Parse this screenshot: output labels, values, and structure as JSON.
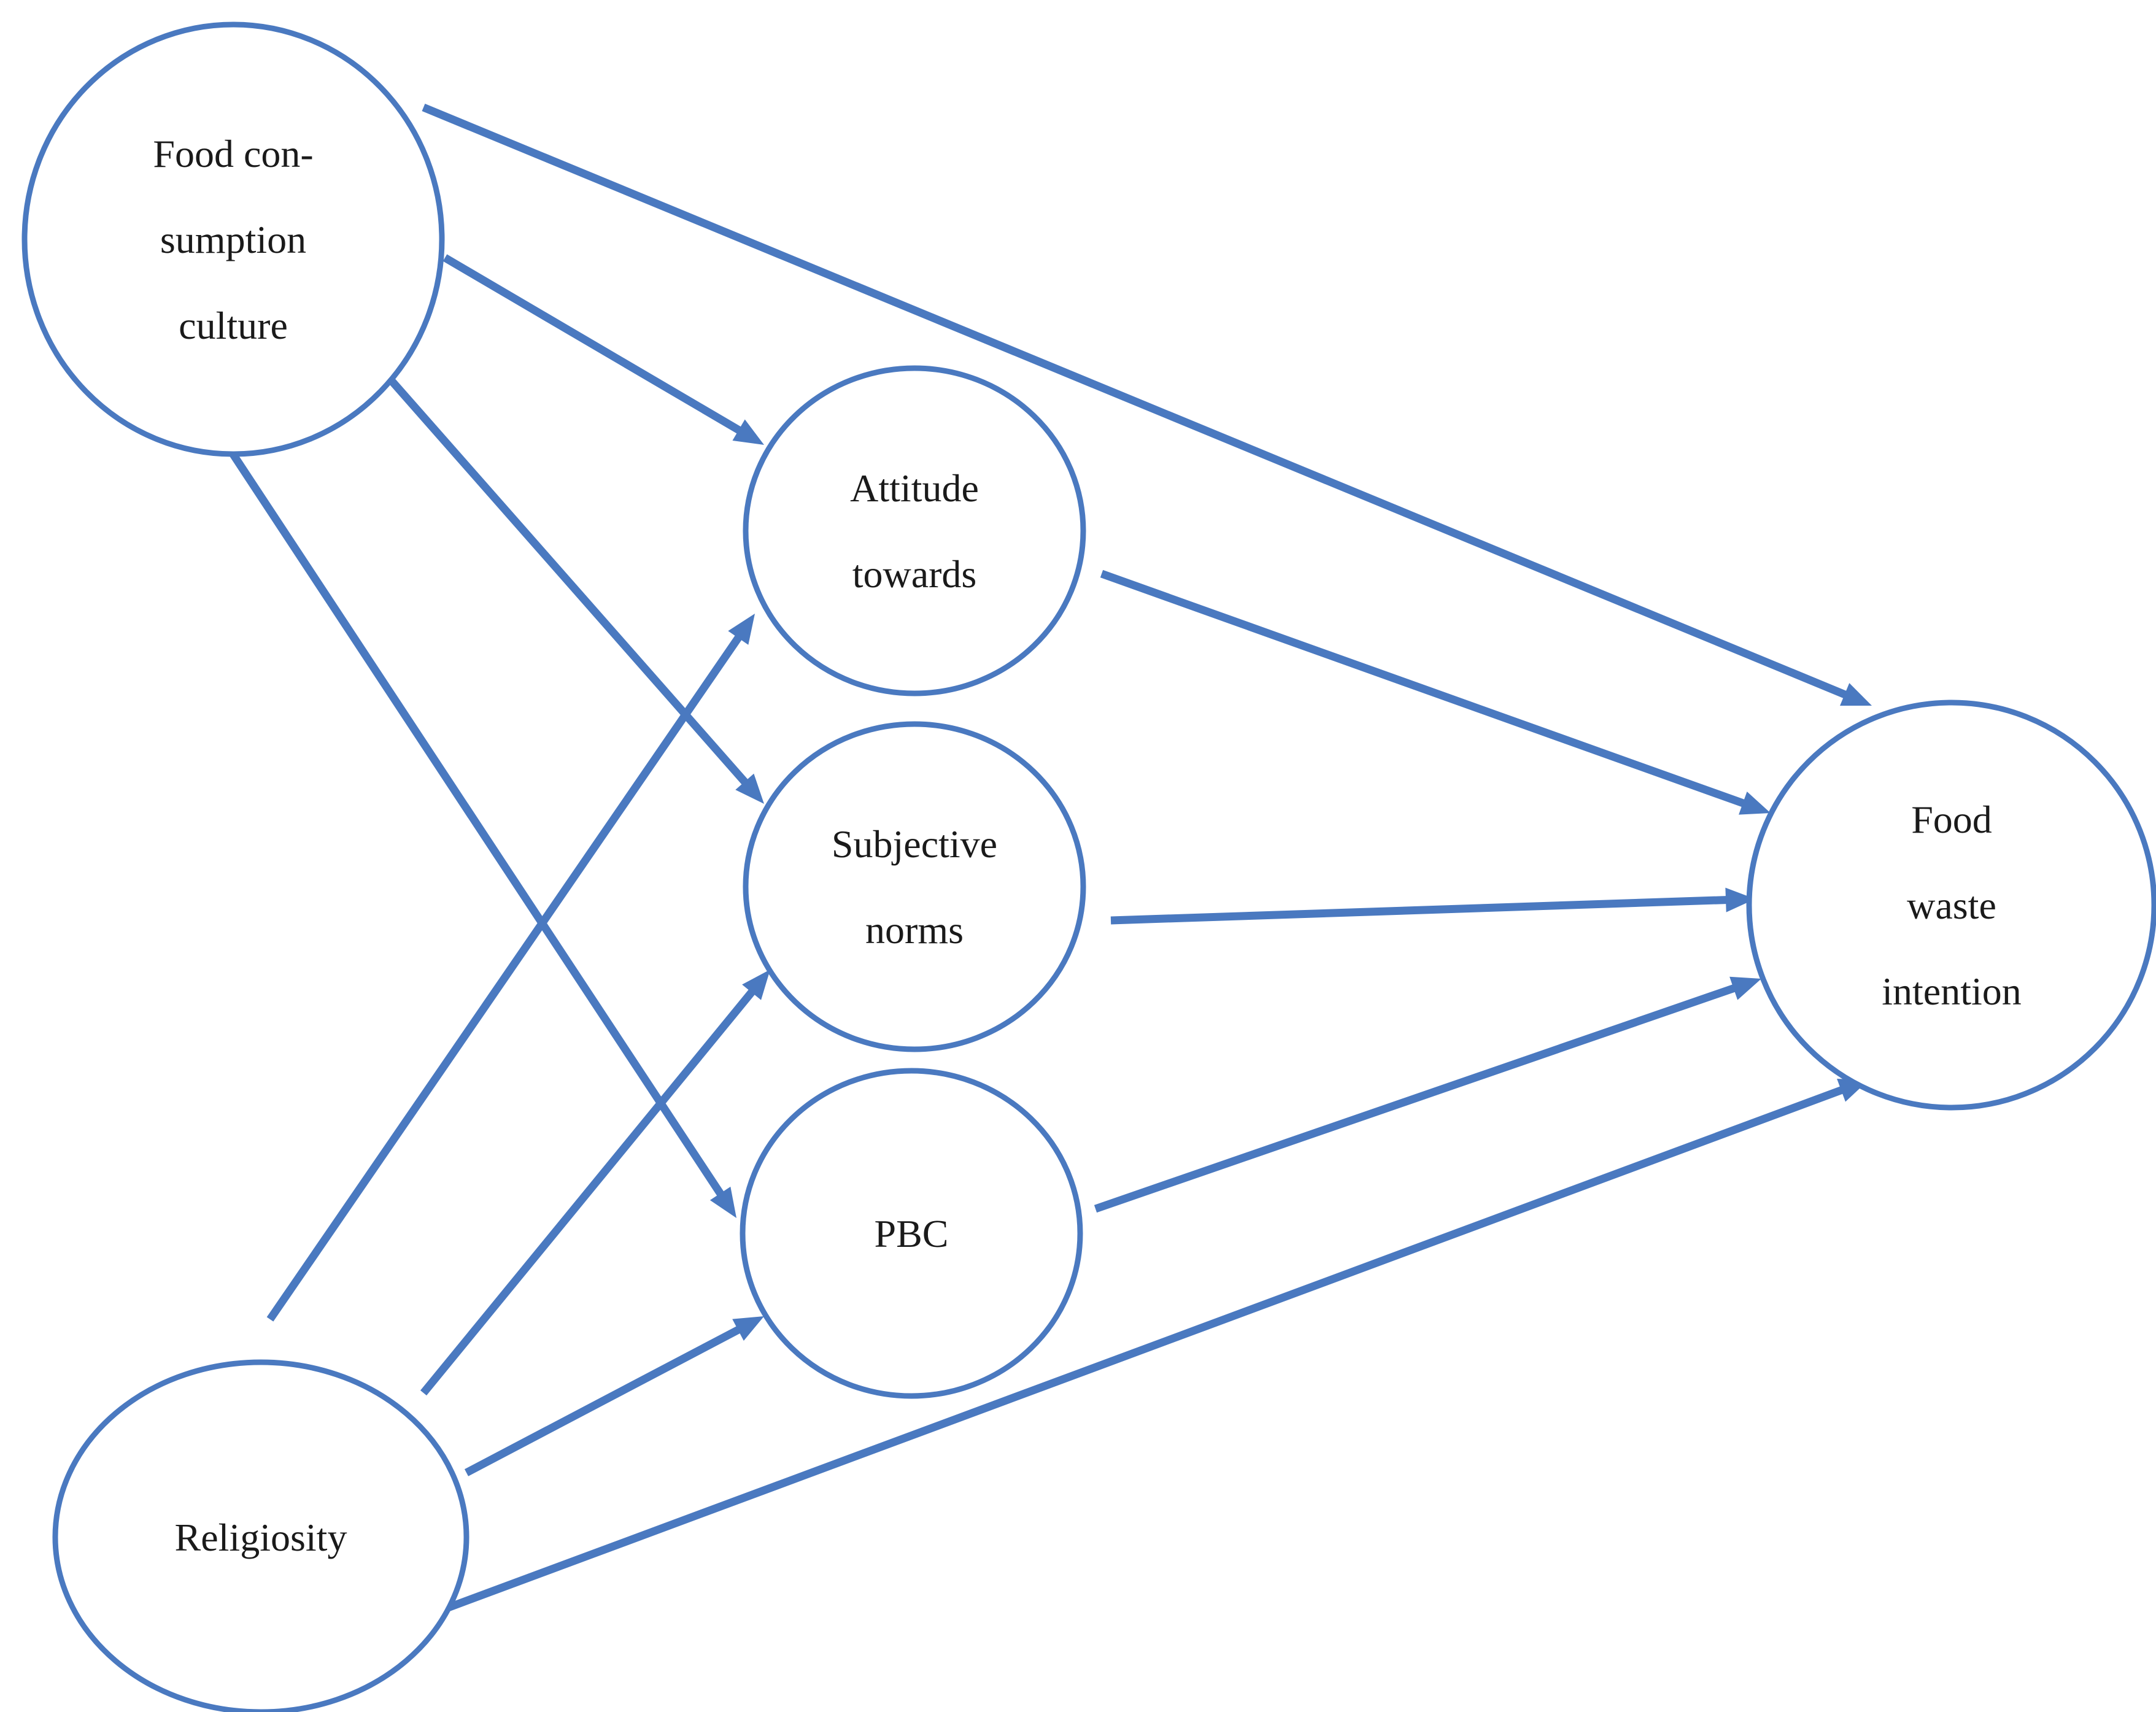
{
  "colors": {
    "node_stroke": "#4a79c0",
    "edge": "#4a79c0",
    "text": "#1a1a1a",
    "background": "#ffffff"
  },
  "nodes": [
    {
      "id": "food-consumption-culture",
      "lines": [
        "Food con-",
        "sumption",
        "culture"
      ]
    },
    {
      "id": "attitude-towards",
      "lines": [
        "Attitude",
        "towards"
      ]
    },
    {
      "id": "subjective-norms",
      "lines": [
        "Subjective",
        "norms"
      ]
    },
    {
      "id": "pbc",
      "lines": [
        "PBC"
      ]
    },
    {
      "id": "religiosity",
      "lines": [
        "Religiosity"
      ]
    },
    {
      "id": "food-waste-intention",
      "lines": [
        "Food",
        "waste",
        "intention"
      ]
    }
  ],
  "edges": [
    {
      "from": "food-consumption-culture",
      "to": "food-waste-intention"
    },
    {
      "from": "food-consumption-culture",
      "to": "attitude-towards"
    },
    {
      "from": "food-consumption-culture",
      "to": "subjective-norms"
    },
    {
      "from": "food-consumption-culture",
      "to": "pbc"
    },
    {
      "from": "religiosity",
      "to": "attitude-towards"
    },
    {
      "from": "religiosity",
      "to": "subjective-norms"
    },
    {
      "from": "religiosity",
      "to": "pbc"
    },
    {
      "from": "religiosity",
      "to": "food-waste-intention"
    },
    {
      "from": "attitude-towards",
      "to": "food-waste-intention"
    },
    {
      "from": "subjective-norms",
      "to": "food-waste-intention"
    },
    {
      "from": "pbc",
      "to": "food-waste-intention"
    }
  ]
}
